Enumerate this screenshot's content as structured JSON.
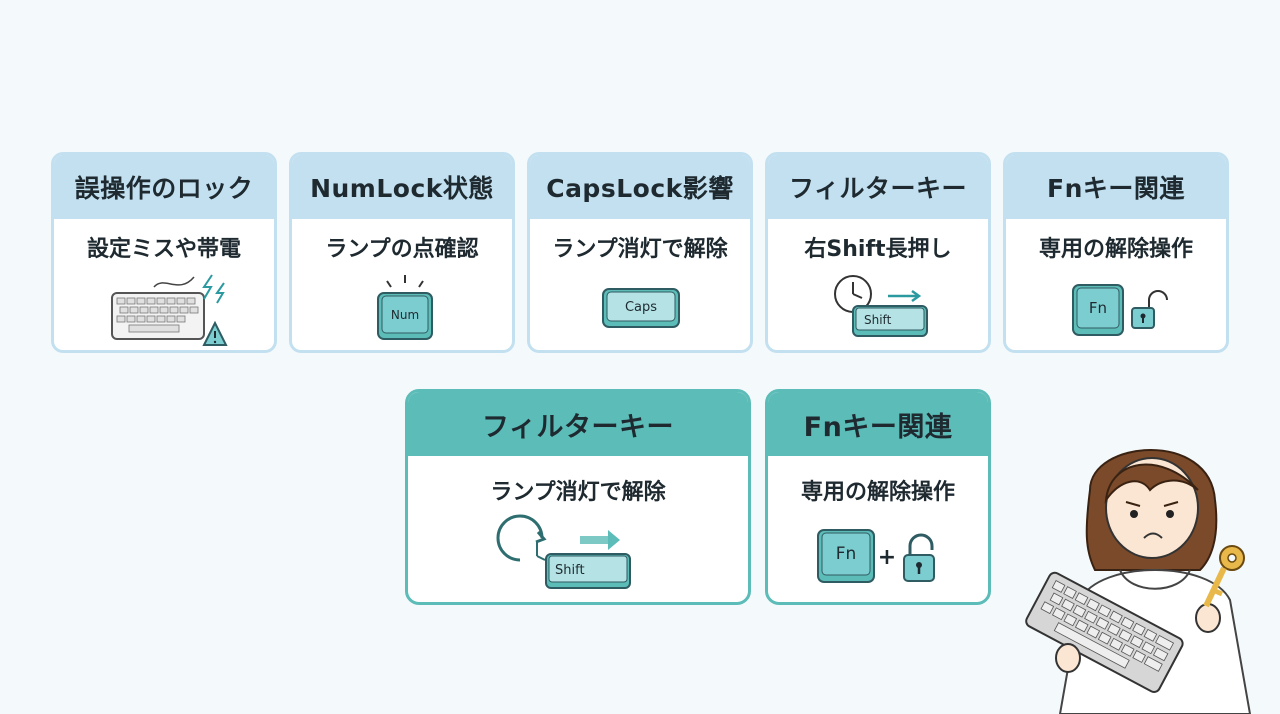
{
  "top_row": [
    {
      "title": "誤操作のロック",
      "subtitle": "設定ミスや帯電",
      "icon": "keyboard-warning-icon"
    },
    {
      "title": "NumLock状態",
      "subtitle": "ランプの点確認",
      "icon": "numlock-key-icon",
      "key_label": "Num"
    },
    {
      "title": "CapsLock影響",
      "subtitle": "ランプ消灯で解除",
      "icon": "capslock-key-icon",
      "key_label": "Caps"
    },
    {
      "title": "フィルターキー",
      "subtitle": "右Shift長押し",
      "icon": "clock-shift-icon",
      "key_label": "Shift"
    },
    {
      "title": "Fnキー関連",
      "subtitle": "専用の解除操作",
      "icon": "fn-unlock-icon",
      "key_label": "Fn"
    }
  ],
  "bottom_row": [
    {
      "title": "フィルターキー",
      "subtitle": "ランプ消灯で解除",
      "icon": "clock-shift-icon",
      "key_label": "Shift"
    },
    {
      "title": "Fnキー関連",
      "subtitle": "専用の解除操作",
      "icon": "fn-plus-unlock-icon",
      "key_label": "Fn",
      "plus": "+"
    }
  ],
  "character": {
    "icon": "confused-person-with-keyboard-and-key-icon"
  },
  "colors": {
    "top_header": "#c3e0f0",
    "bottom_header": "#5cbcb8",
    "icon_fill": "#7ccdd0",
    "icon_stroke": "#2f5b62"
  }
}
